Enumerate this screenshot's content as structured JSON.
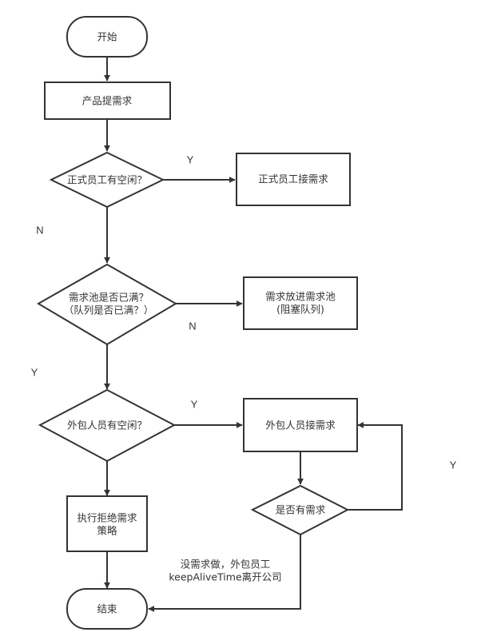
{
  "diagram": {
    "type": "flowchart",
    "nodes": {
      "start": {
        "kind": "terminal",
        "lines": [
          "开始"
        ]
      },
      "product_request": {
        "kind": "process",
        "lines": [
          "产品提需求"
        ]
      },
      "staff_free": {
        "kind": "decision",
        "lines": [
          "正式员工有空闲？"
        ]
      },
      "staff_take": {
        "kind": "process",
        "lines": [
          "正式员工接需求"
        ]
      },
      "pool_full": {
        "kind": "decision",
        "lines": [
          "需求池是否已满？",
          "（队列是否已满？）"
        ]
      },
      "put_pool": {
        "kind": "process",
        "lines": [
          "需求放进需求池",
          "(阻塞队列)"
        ]
      },
      "outsource_free": {
        "kind": "decision",
        "lines": [
          "外包人员有空闲？"
        ]
      },
      "outsource_take": {
        "kind": "process",
        "lines": [
          "外包人员接需求"
        ]
      },
      "has_request": {
        "kind": "decision",
        "lines": [
          "是否有需求"
        ]
      },
      "reject": {
        "kind": "process",
        "lines": [
          "执行拒绝需求",
          "策略"
        ]
      },
      "end": {
        "kind": "terminal",
        "lines": [
          "结束"
        ]
      }
    },
    "edges": [
      {
        "from": "start",
        "to": "product_request",
        "label": ""
      },
      {
        "from": "product_request",
        "to": "staff_free",
        "label": ""
      },
      {
        "from": "staff_free",
        "to": "staff_take",
        "label": "Y"
      },
      {
        "from": "staff_free",
        "to": "pool_full",
        "label": "N"
      },
      {
        "from": "pool_full",
        "to": "put_pool",
        "label": "N"
      },
      {
        "from": "pool_full",
        "to": "outsource_free",
        "label": "Y"
      },
      {
        "from": "outsource_free",
        "to": "outsource_take",
        "label": "Y"
      },
      {
        "from": "outsource_free",
        "to": "reject",
        "label": ""
      },
      {
        "from": "outsource_take",
        "to": "has_request",
        "label": ""
      },
      {
        "from": "has_request",
        "to": "outsource_take",
        "label": "Y"
      },
      {
        "from": "has_request",
        "to": "end",
        "label": ""
      },
      {
        "from": "reject",
        "to": "end",
        "label": ""
      }
    ],
    "annotation": {
      "lines": [
        "没需求做，外包员工",
        "keepAliveTime离开公司"
      ]
    },
    "colors": {
      "stroke": "#333333",
      "fill": "#ffffff",
      "text": "#333333"
    }
  }
}
